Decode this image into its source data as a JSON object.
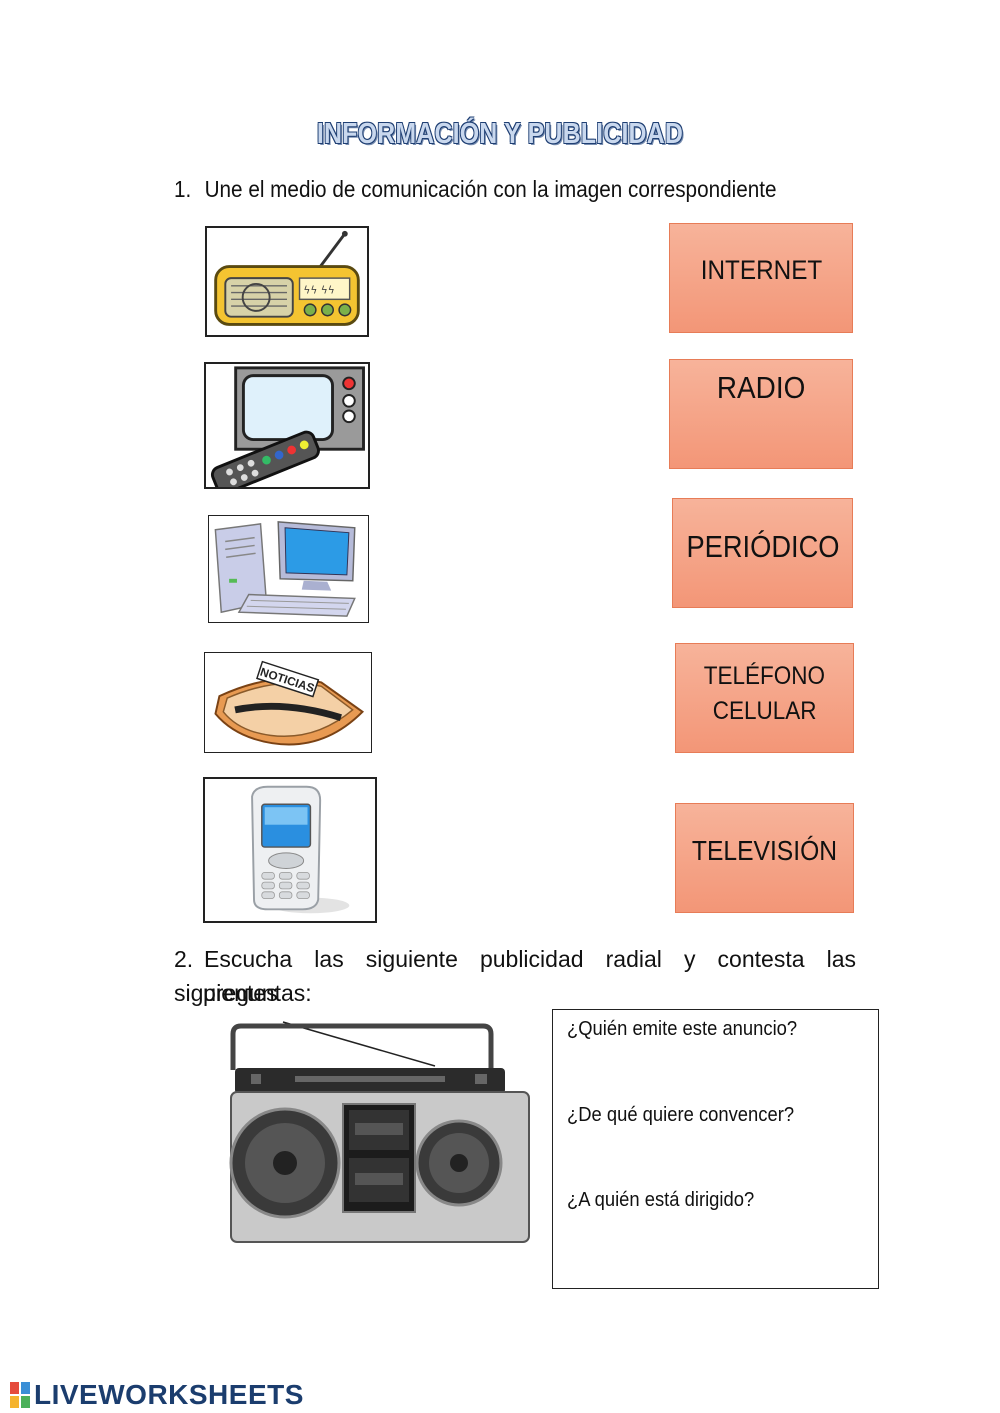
{
  "title": "INFORMACIÓN Y PUBLICIDAD",
  "question1": {
    "number": "1.",
    "text": "Une el medio de comunicación con la imagen correspondiente"
  },
  "images": [
    {
      "icon": "radio-icon"
    },
    {
      "icon": "television-remote-icon"
    },
    {
      "icon": "computer-icon"
    },
    {
      "icon": "newspaper-icon",
      "print": "NOTICIAS"
    },
    {
      "icon": "cellphone-icon"
    }
  ],
  "options": [
    {
      "label": "INTERNET"
    },
    {
      "label": "RADIO"
    },
    {
      "label": "PERIÓDICO"
    },
    {
      "label_line1": "TELÉFONO",
      "label_line2": "CELULAR"
    },
    {
      "label": "TELEVISIÓN"
    }
  ],
  "question2": {
    "number": "2.",
    "text_line1": "Escucha las siguiente publicidad radial y contesta las siguientes",
    "text_line2": "preguntas:"
  },
  "answers": {
    "q1": "¿Quién emite este anuncio?",
    "q2": "¿De qué quiere convencer?",
    "q3": "¿A quién está dirigido?"
  },
  "footer": {
    "logo_text": "LIVEWORKSHEETS"
  },
  "colors": {
    "option_fill": "#f4a082",
    "option_border": "#e77c57",
    "title_outline": "#1f3f73",
    "logo": "#1b3d6e"
  }
}
